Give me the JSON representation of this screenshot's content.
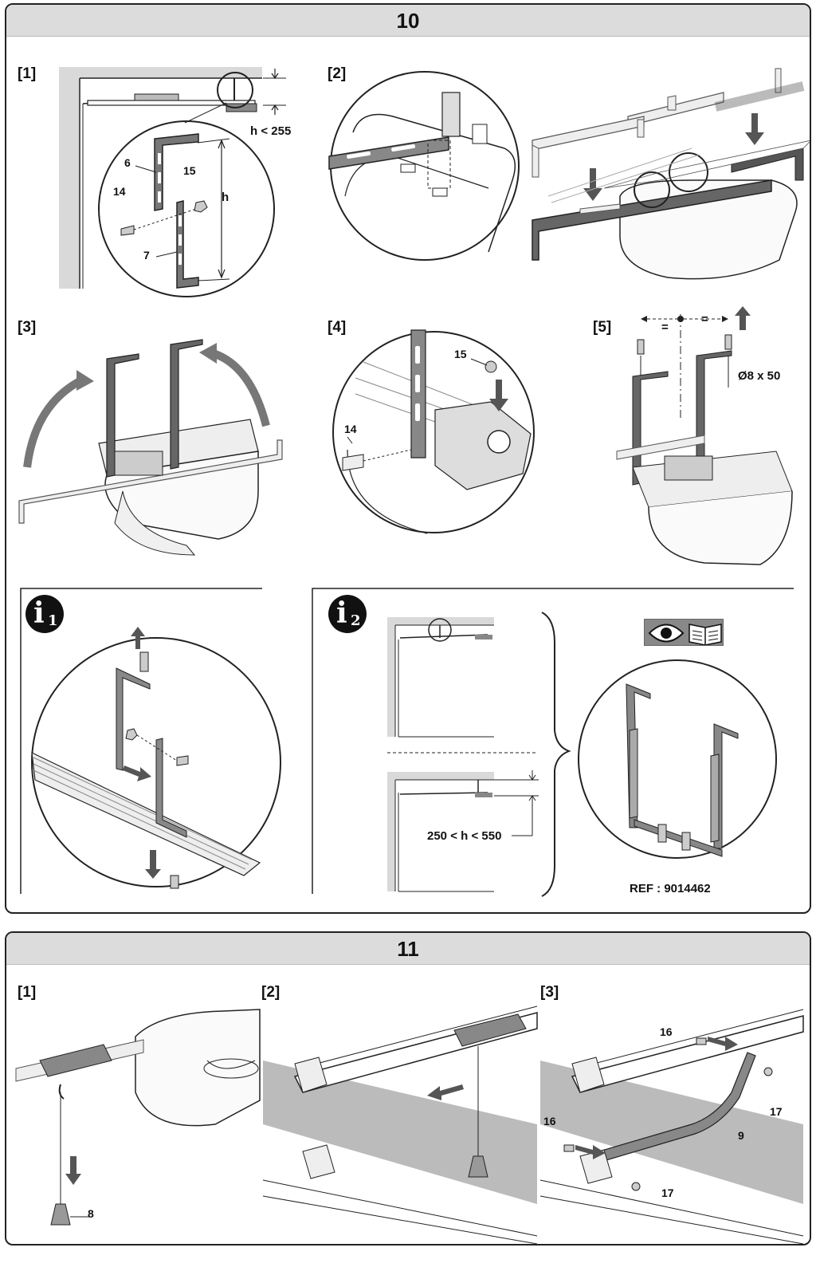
{
  "section10": {
    "number": "10",
    "steps": {
      "s1": "[1]",
      "s2": "[2]",
      "s3": "[3]",
      "s4": "[4]",
      "s5": "[5]"
    },
    "labels": {
      "h_lt_255": "h < 255",
      "h": "h",
      "part6": "6",
      "part7": "7",
      "part14": "14",
      "part15": "15",
      "part14_b": "14",
      "part15_b": "15",
      "eq_left": "=",
      "eq_right": "=",
      "screw_size": "Ø8 x 50",
      "range": "250 < h < 550",
      "ref": "REF : 9014462"
    },
    "info": {
      "i1": {
        "letter": "i",
        "number": "1"
      },
      "i2": {
        "letter": "i",
        "number": "2"
      }
    }
  },
  "section11": {
    "number": "11",
    "steps": {
      "s1": "[1]",
      "s2": "[2]",
      "s3": "[3]"
    },
    "labels": {
      "part8": "8",
      "part16a": "16",
      "part16b": "16",
      "part17a": "17",
      "part17b": "17",
      "part9": "9"
    }
  },
  "icons": {
    "eye": "eye-icon",
    "book": "manual-book-icon",
    "arrow": "arrow-icon"
  },
  "colors": {
    "line": "#222222",
    "grey": "#8a8a8a",
    "light": "#d9d9d9",
    "header": "#dcdcdc"
  }
}
